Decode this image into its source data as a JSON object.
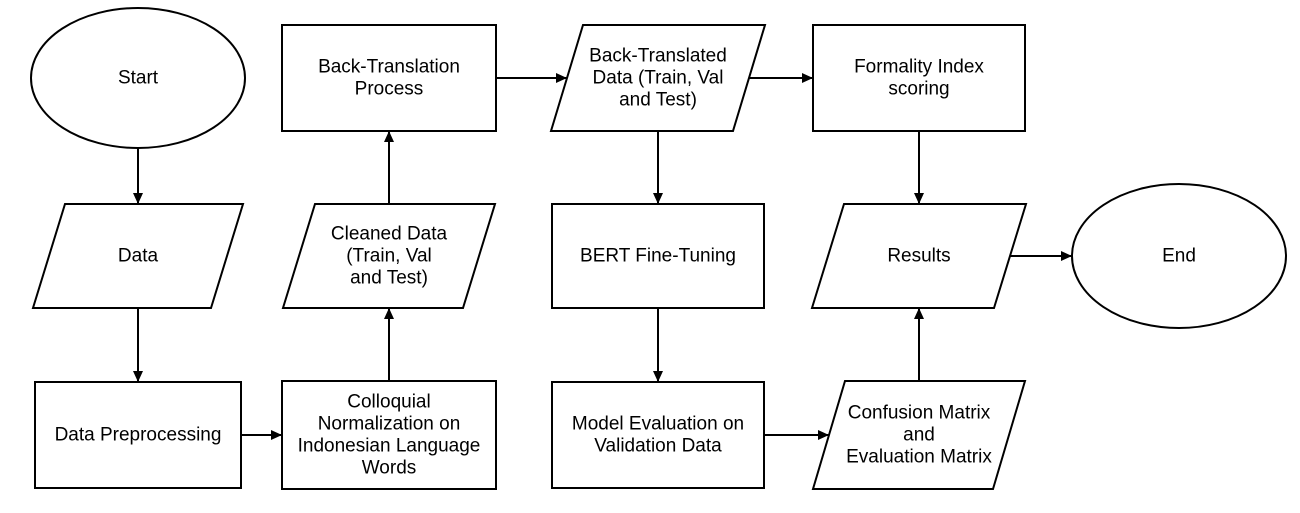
{
  "diagram": {
    "nodes": {
      "start": [
        "Start"
      ],
      "data": [
        "Data"
      ],
      "data_preprocessing": [
        "Data Preprocessing"
      ],
      "colloquial_normalization": [
        "Colloquial",
        "Normalization on",
        "Indonesian Language",
        "Words"
      ],
      "cleaned_data": [
        "Cleaned Data",
        "(Train, Val",
        "and Test)"
      ],
      "back_translation": [
        "Back-Translation",
        "Process"
      ],
      "back_translated_data": [
        "Back-Translated",
        "Data (Train, Val",
        "and Test)"
      ],
      "bert_fine_tuning": [
        "BERT Fine-Tuning"
      ],
      "model_evaluation": [
        "Model Evaluation on",
        "Validation Data"
      ],
      "confusion_matrix": [
        "Confusion Matrix",
        "and",
        "Evaluation Matrix"
      ],
      "formality_index": [
        "Formality Index",
        "scoring"
      ],
      "results": [
        "Results"
      ],
      "end": [
        "End"
      ]
    },
    "edges": [
      [
        "start",
        "data"
      ],
      [
        "data",
        "data_preprocessing"
      ],
      [
        "data_preprocessing",
        "colloquial_normalization"
      ],
      [
        "colloquial_normalization",
        "cleaned_data"
      ],
      [
        "cleaned_data",
        "back_translation"
      ],
      [
        "back_translation",
        "back_translated_data"
      ],
      [
        "back_translated_data",
        "bert_fine_tuning"
      ],
      [
        "back_translated_data",
        "formality_index"
      ],
      [
        "bert_fine_tuning",
        "model_evaluation"
      ],
      [
        "model_evaluation",
        "confusion_matrix"
      ],
      [
        "confusion_matrix",
        "results"
      ],
      [
        "formality_index",
        "results"
      ],
      [
        "results",
        "end"
      ]
    ]
  }
}
